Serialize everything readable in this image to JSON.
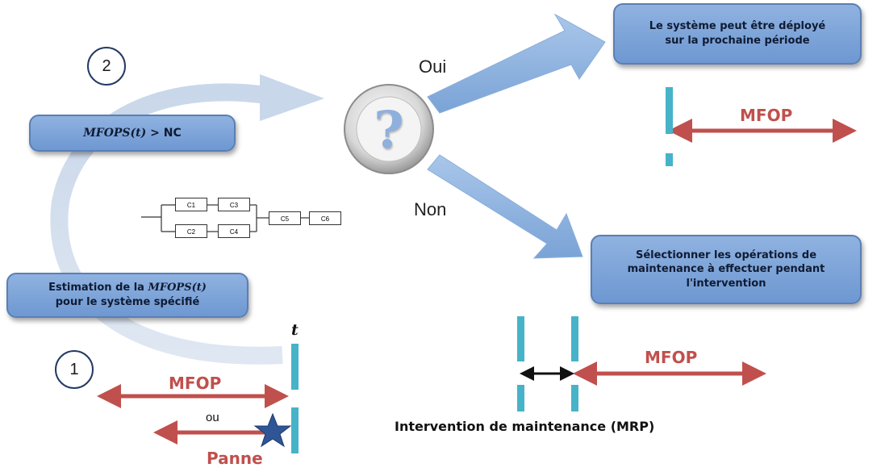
{
  "step_one_label": "1",
  "step_two_label": "2",
  "condition_box": {
    "formula": "MFOPS(t)",
    "suffix": " > NC"
  },
  "estimation_box": {
    "line1_prefix": "Estimation de la ",
    "formula": "MFOPS(t)",
    "line2": "pour le système spécifié"
  },
  "question_mark": "?",
  "yes_label": "Oui",
  "no_label": "Non",
  "deploy_box": {
    "line1": "Le système peut être déployé",
    "line2": "sur la prochaine période"
  },
  "select_box": {
    "line1": "Sélectionner les opérations de",
    "line2": "maintenance à effectuer pendant",
    "line3": "l'intervention"
  },
  "rbd": {
    "c1": "C1",
    "c2": "C2",
    "c3": "C3",
    "c4": "C4",
    "c5": "C5",
    "c6": "C6"
  },
  "time_label": "t",
  "mfop_bottom_left": "MFOP",
  "or_label": "ou",
  "failure_label": "Panne",
  "mfop_right_top": "MFOP",
  "mfop_right_bottom": "MFOP",
  "maintenance_caption": "Intervention de maintenance (MRP)",
  "colors": {
    "box_fill": "#7aa2d8",
    "accent_red": "#c0504d",
    "cyan_bar": "#46b3c9",
    "star": "#2f5597"
  }
}
